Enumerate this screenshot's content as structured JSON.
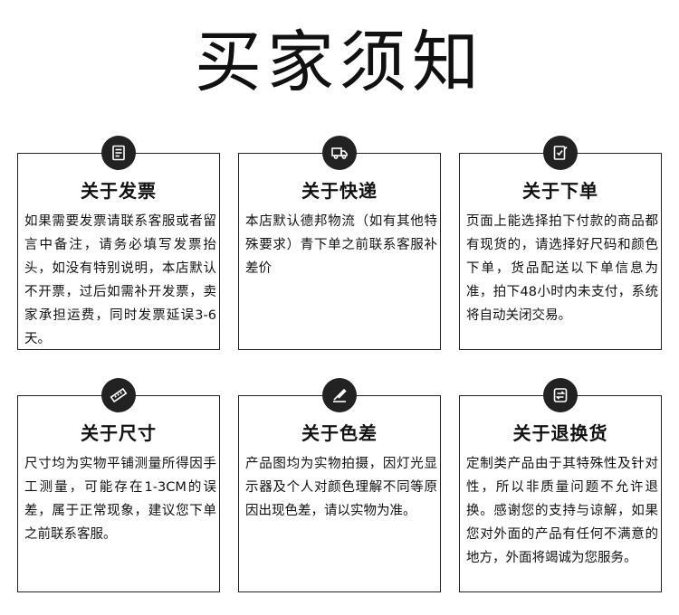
{
  "title": "买家须知",
  "cards": [
    {
      "icon": "receipt-icon",
      "heading": "关于发票",
      "body": "如果需要发票请联系客服或者留言中备注，请务必填写发票抬头，如没有特别说明，本店默认不开票，过后如需补开发票，卖家承担运费，同时发票延误3-6天。"
    },
    {
      "icon": "delivery-truck-icon",
      "heading": "关于快递",
      "body": "本店默认德邦物流（如有其他特殊要求）青下单之前联系客服补差价"
    },
    {
      "icon": "order-form-icon",
      "heading": "关于下单",
      "body": "页面上能选择拍下付款的商品都有现货的，请选择好尺码和颜色下单，货品配送以下单信息为准，拍下48小时内未支付，系统将自动关闭交易。"
    },
    {
      "icon": "ruler-icon",
      "heading": "关于尺寸",
      "body": "尺寸均为实物平铺测量所得因手工测量，可能存在1-3CM的误差，属于正常现象，建议您下单之前联系客服。"
    },
    {
      "icon": "color-palette-icon",
      "heading": "关于色差",
      "body": "产品图均为实物拍摄，因灯光显示器及个人对颜色理解不同等原因出现色差，请以实物为准。"
    },
    {
      "icon": "exchange-icon",
      "heading": "关于退换货",
      "body": "定制类产品由于其特殊性及针对性，所以非质量问题不允许退换。感谢您的支持与谅解，如果您对外面的产品有任何不满意的地方，外面将竭诚为您服务。"
    }
  ]
}
